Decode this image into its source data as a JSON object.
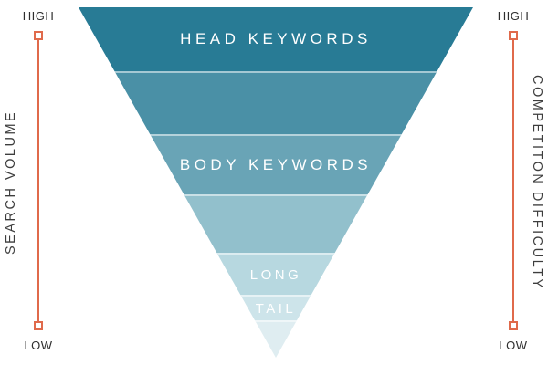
{
  "funnel": {
    "bands": [
      {
        "label": "HEAD KEYWORDS",
        "color": "#287b95"
      },
      {
        "label": "",
        "color": "#4a90a6"
      },
      {
        "label": "BODY KEYWORDS",
        "color": "#69a4b6"
      },
      {
        "label": "",
        "color": "#92c0cc"
      },
      {
        "label": "LONG",
        "color": "#b7d8e0"
      },
      {
        "label": "TAIL",
        "color": "#cde4ea"
      },
      {
        "label": "",
        "color": "#dfedf1"
      }
    ]
  },
  "left_axis": {
    "title": "SEARCH VOLUME",
    "top_label": "HIGH",
    "bottom_label": "LOW",
    "color": "#e06a4b"
  },
  "right_axis": {
    "title": "COMPETITON DIFFICULTY",
    "top_label": "HIGH",
    "bottom_label": "LOW",
    "color": "#e06a4b"
  }
}
